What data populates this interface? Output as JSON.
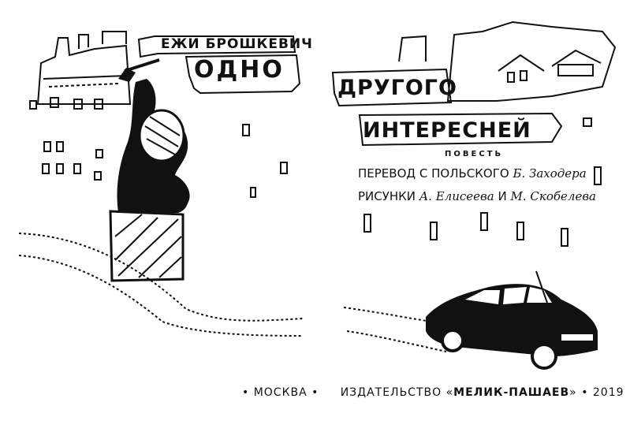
{
  "author": "ЕЖИ БРОШКЕВИЧ",
  "title_line1": "ОДНО",
  "title_line2": "ДРУГОГО",
  "title_line3": "ИНТЕРЕСНЕЙ",
  "genre": "ПОВЕСТЬ",
  "translation_prefix": "ПЕРЕВОД С ПОЛЬСКОГО",
  "translator": "Б. Заходера",
  "illustrations_prefix": "РИСУНКИ",
  "illustrator1": "А. Елисеева",
  "illustrators_joiner": "И",
  "illustrator2": "М. Скобелева",
  "footer_city": "• МОСКВА •",
  "footer_publisher_prefix": "ИЗДАТЕЛЬСТВО «",
  "footer_publisher": "МЕЛИК-ПАШАЕВ",
  "footer_publisher_suffix": "» • 2019 •"
}
